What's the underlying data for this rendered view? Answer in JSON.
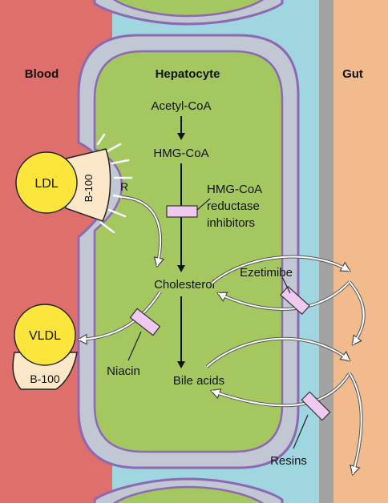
{
  "regions": {
    "blood": "Blood",
    "hepatocyte": "Hepatocyte",
    "gut": "Gut"
  },
  "pathway": {
    "acetyl_coa": "Acetyl-CoA",
    "hmg_coa": "HMG-CoA",
    "cholesterol": "Cholesterol",
    "bile_acids": "Bile acids"
  },
  "lipoproteins": {
    "ldl": "LDL",
    "ldl_apo": "B-100",
    "vldl": "VLDL",
    "vldl_apo": "B-100",
    "receptor": "R"
  },
  "drugs": {
    "statin_line1": "HMG-CoA",
    "statin_line2": "reductase",
    "statin_line3": "inhibitors",
    "ezetimibe": "Ezetimibe",
    "niacin": "Niacin",
    "resins": "Resins"
  },
  "colors": {
    "blood": "#de6f6c",
    "cell_body": "#a4c85f",
    "membrane": "#c2c8d3",
    "membrane_edge": "#8d68b3",
    "interstitial": "#9fd6df",
    "gut_wall": "#a3a3a3",
    "gut": "#f2bb8d",
    "lipoprotein": "#fce63c",
    "apoprotein": "#fde7c9",
    "inhibitor": "#efc9ef"
  }
}
